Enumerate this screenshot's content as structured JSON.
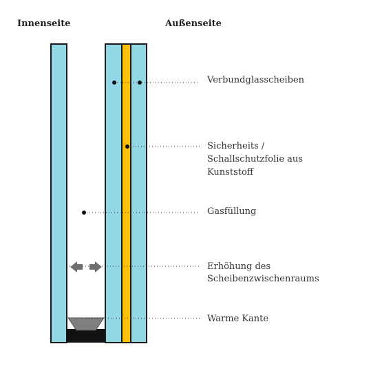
{
  "headings": {
    "inside": "Innenseite",
    "outside": "Außenseite"
  },
  "labels": {
    "laminated_panes": "Verbundglasscheiben",
    "safety_foil_line1": "Sicherheits /",
    "safety_foil_line2": "Schallschutzfolie aus",
    "safety_foil_line3": "Kunststoff",
    "gas_fill": "Gasfüllung",
    "gap_increase_line1": "Erhöhung des",
    "gap_increase_line2": "Scheibenzwischenraums",
    "warm_edge": "Warme Kante"
  },
  "colors": {
    "glass": "#93d6e6",
    "foil": "#ffc000",
    "outline": "#1a1a1a",
    "spacer": "#7f7f7f",
    "arrow": "#6f6f6f",
    "leader": "#333333"
  }
}
